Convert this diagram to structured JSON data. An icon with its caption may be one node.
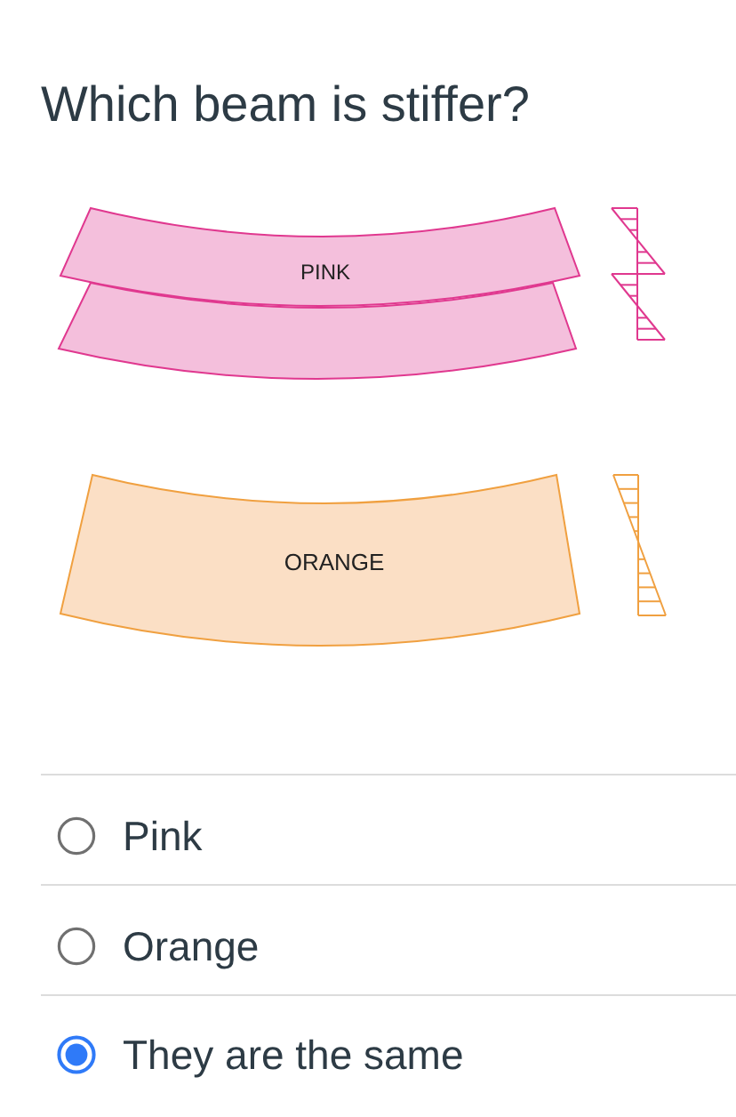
{
  "diagram": {
    "title": "Which beam is stiffer?",
    "nodes": [
      {
        "text": [
          "PINK"
        ]
      },
      {
        "text": [],
        "shape": "bar"
      },
      {
        "text": [
          "ORANGE"
        ]
      }
    ],
    "labels": [
      "Pink",
      "Orange",
      "They are the same"
    ]
  }
}
